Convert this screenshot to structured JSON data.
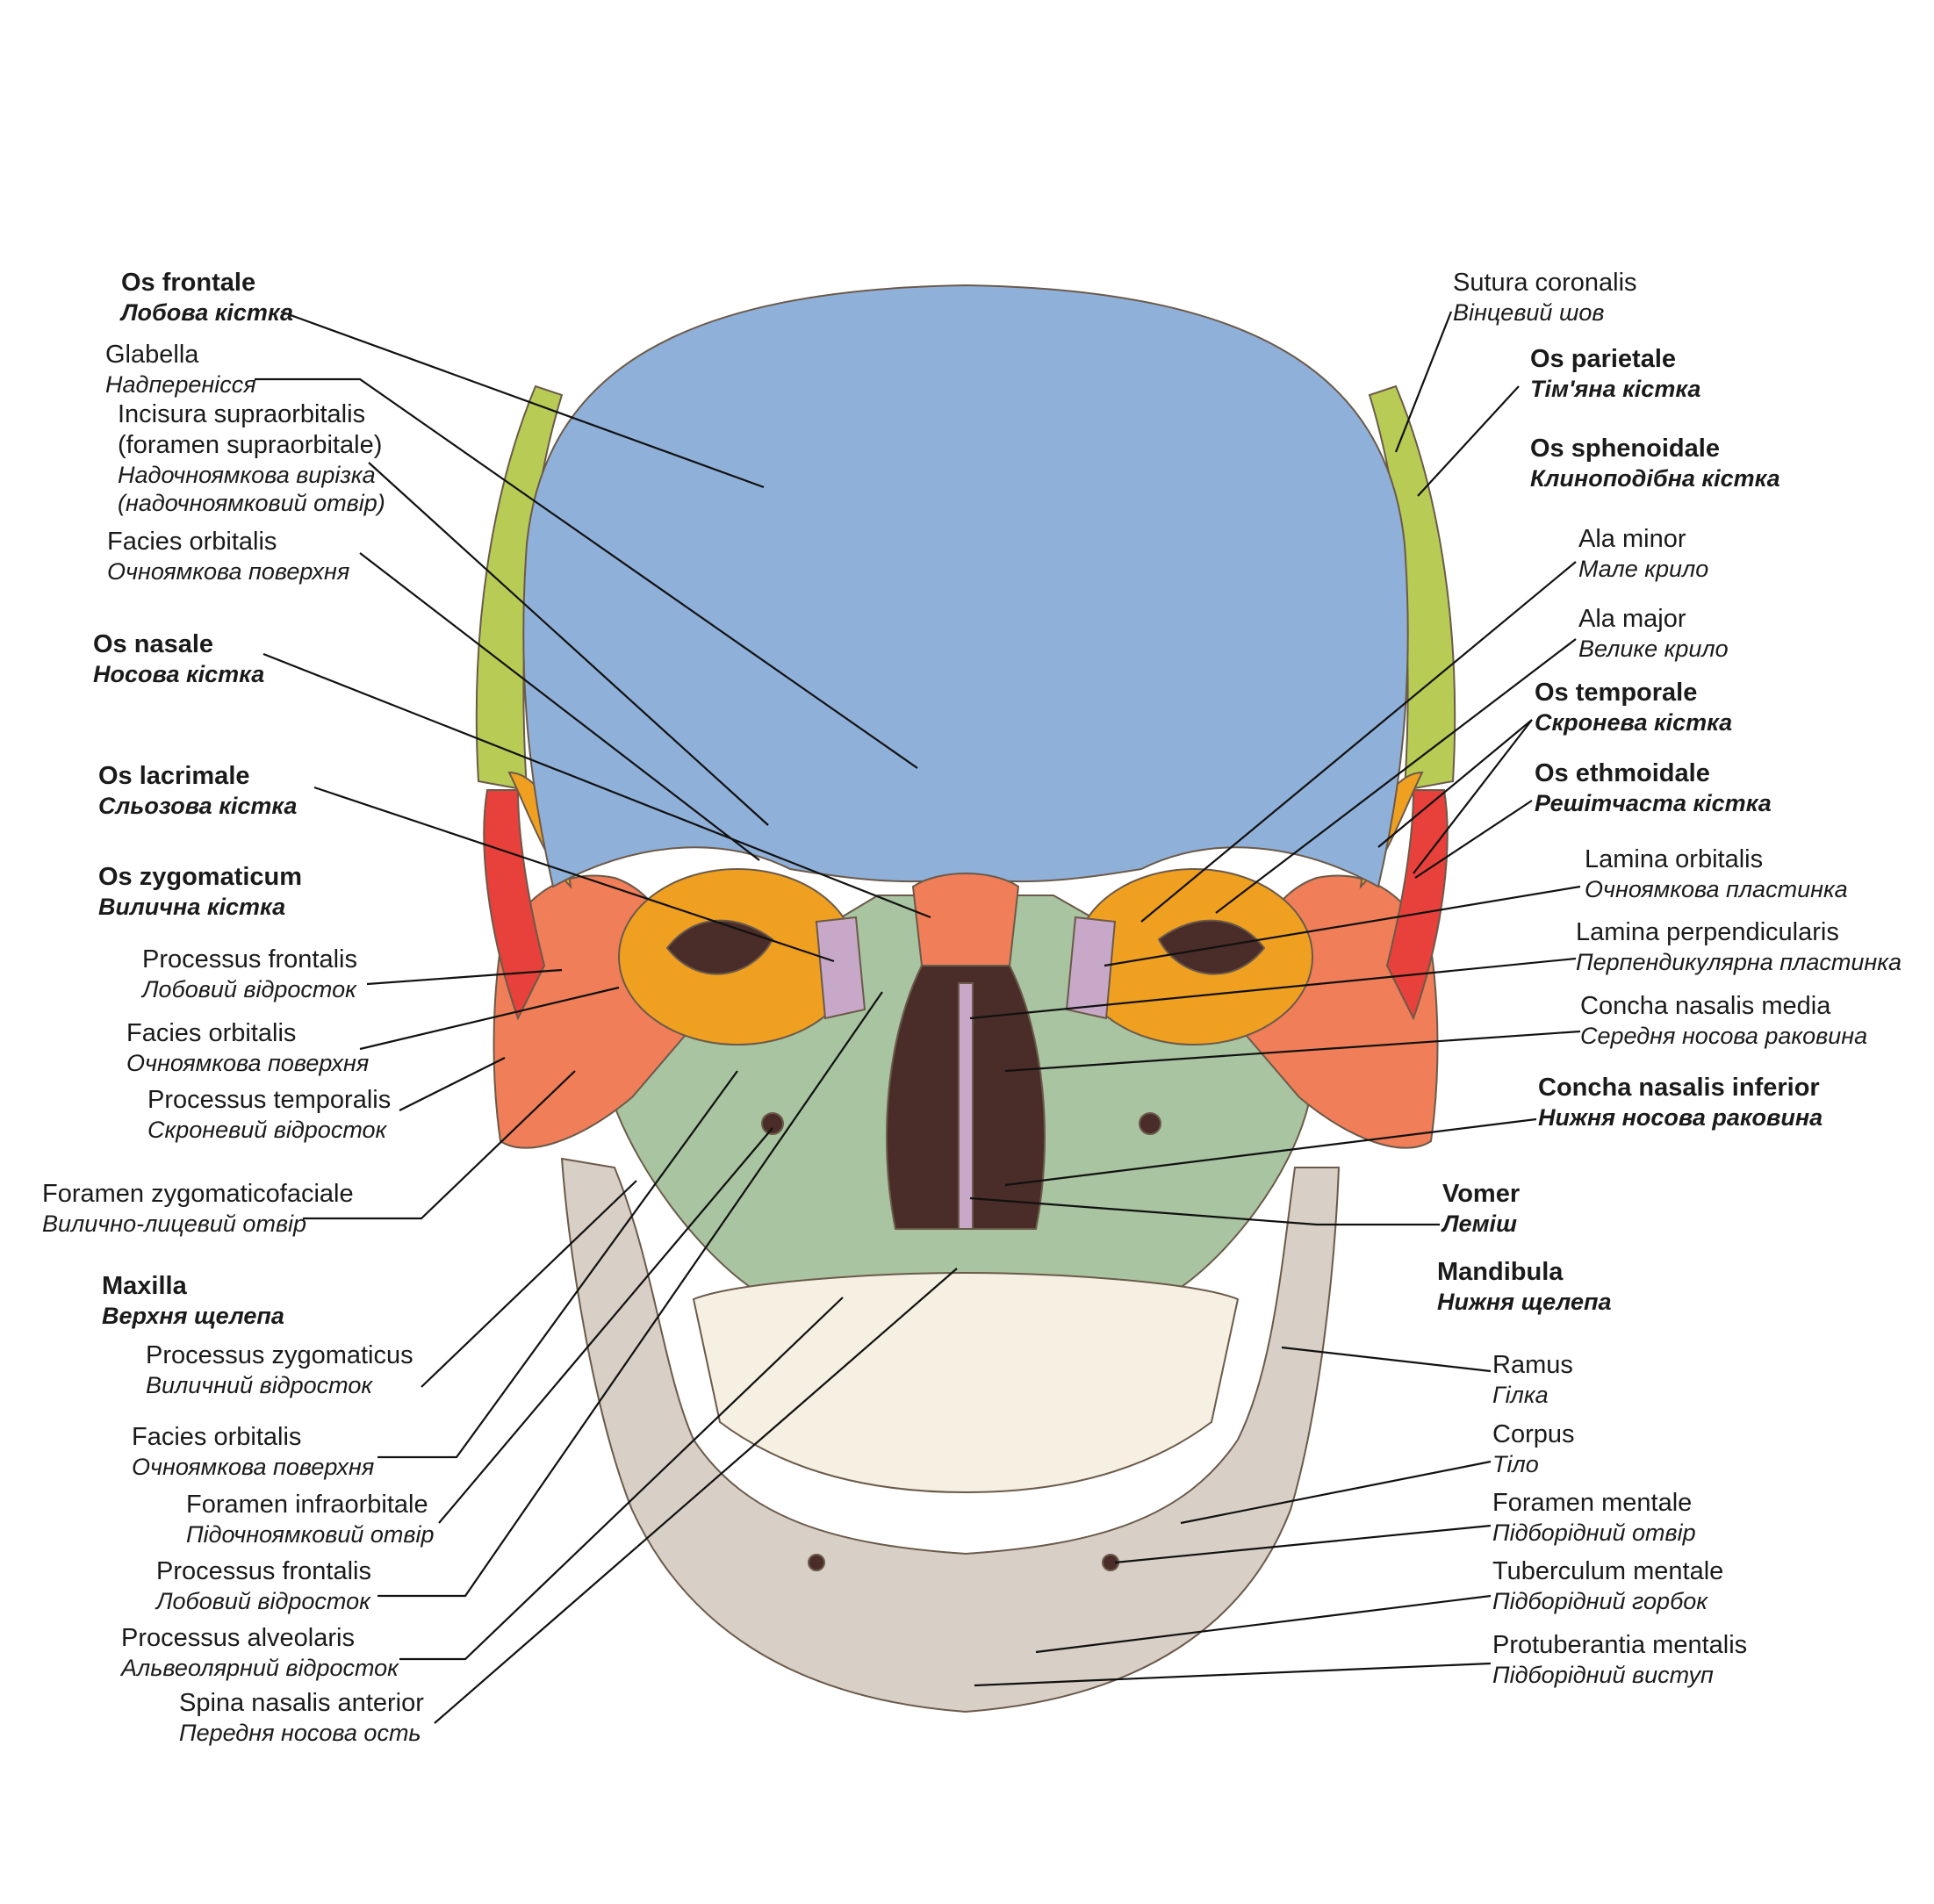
{
  "colors": {
    "frontal": "#8fb0d8",
    "parietal": "#b8cc55",
    "sphenoid": "#f0a020",
    "temporal": "#e8403a",
    "zygomatic": "#f07e58",
    "maxilla": "#a8c4a0",
    "mandible": "#d8cfc6",
    "ethmoid": "#c8a8c8",
    "teeth": "#f6f0e2",
    "nasal_cavity": "#4a2c28",
    "leader": "#111111"
  },
  "left_labels": [
    {
      "latin": "Os frontale",
      "ukr": "Лобова кістка",
      "bold": true
    },
    {
      "latin": "Glabella",
      "ukr": "Надперенісся",
      "bold": false
    },
    {
      "latin": "Incisura supraorbitalis",
      "latin2": "(foramen supraorbitale)",
      "ukr": "Надочноямкова вирізка",
      "ukr2": "(надочноямковий отвір)",
      "bold": false
    },
    {
      "latin": "Facies orbitalis",
      "ukr": "Очноямкова поверхня",
      "bold": false
    },
    {
      "latin": "Os nasale",
      "ukr": "Носова кістка",
      "bold": true
    },
    {
      "latin": "Os lacrimale",
      "ukr": "Сльозова кістка",
      "bold": true
    },
    {
      "latin": "Os zygomaticum",
      "ukr": "Вилична кістка",
      "bold": true
    },
    {
      "latin": "Processus frontalis",
      "ukr": "Лобовий відросток",
      "bold": false
    },
    {
      "latin": "Facies orbitalis",
      "ukr": "Очноямкова поверхня",
      "bold": false
    },
    {
      "latin": "Processus temporalis",
      "ukr": "Скроневий відросток",
      "bold": false
    },
    {
      "latin": "Foramen zygomaticofaciale",
      "ukr": "Вилично-лицевий отвір",
      "bold": false
    },
    {
      "latin": "Maxilla",
      "ukr": "Верхня щелепа",
      "bold": true
    },
    {
      "latin": "Processus zygomaticus",
      "ukr": "Виличний відросток",
      "bold": false
    },
    {
      "latin": "Facies orbitalis",
      "ukr": "Очноямкова поверхня",
      "bold": false
    },
    {
      "latin": "Foramen infraorbitale",
      "ukr": "Підочноямковий отвір",
      "bold": false
    },
    {
      "latin": "Processus frontalis",
      "ukr": "Лобовий відросток",
      "bold": false
    },
    {
      "latin": "Processus alveolaris",
      "ukr": "Альвеолярний відросток",
      "bold": false
    },
    {
      "latin": "Spina nasalis anterior",
      "ukr": "Передня носова ость",
      "bold": false
    }
  ],
  "right_labels": [
    {
      "latin": "Sutura coronalis",
      "ukr": "Вінцевий шов",
      "bold": false
    },
    {
      "latin": "Os parietale",
      "ukr": "Тім'яна кістка",
      "bold": true
    },
    {
      "latin": "Os sphenoidale",
      "ukr": "Клиноподібна кістка",
      "bold": true
    },
    {
      "latin": "Ala minor",
      "ukr": "Мале крило",
      "bold": false
    },
    {
      "latin": "Ala major",
      "ukr": "Велике крило",
      "bold": false
    },
    {
      "latin": "Os temporale",
      "ukr": "Скронева кістка",
      "bold": true
    },
    {
      "latin": "Os ethmoidale",
      "ukr": "Решітчаста кістка",
      "bold": true
    },
    {
      "latin": "Lamina orbitalis",
      "ukr": "Очноямкова пластинка",
      "bold": false
    },
    {
      "latin": "Lamina perpendicularis",
      "ukr": "Перпендикулярна пластинка",
      "bold": false
    },
    {
      "latin": "Concha nasalis media",
      "ukr": "Середня носова раковина",
      "bold": false
    },
    {
      "latin": "Concha nasalis inferior",
      "ukr": "Нижня носова раковина",
      "bold": true
    },
    {
      "latin": "Vomer",
      "ukr": "Леміш",
      "bold": true
    },
    {
      "latin": "Mandibula",
      "ukr": "Нижня щелепа",
      "bold": true
    },
    {
      "latin": "Ramus",
      "ukr": "Гілка",
      "bold": false
    },
    {
      "latin": "Corpus",
      "ukr": "Тіло",
      "bold": false
    },
    {
      "latin": "Foramen mentale",
      "ukr": "Підборідний отвір",
      "bold": false
    },
    {
      "latin": "Tuberculum mentale",
      "ukr": "Підборідний горбок",
      "bold": false
    },
    {
      "latin": "Protuberantia mentalis",
      "ukr": "Підборідний виступ",
      "bold": false
    }
  ]
}
